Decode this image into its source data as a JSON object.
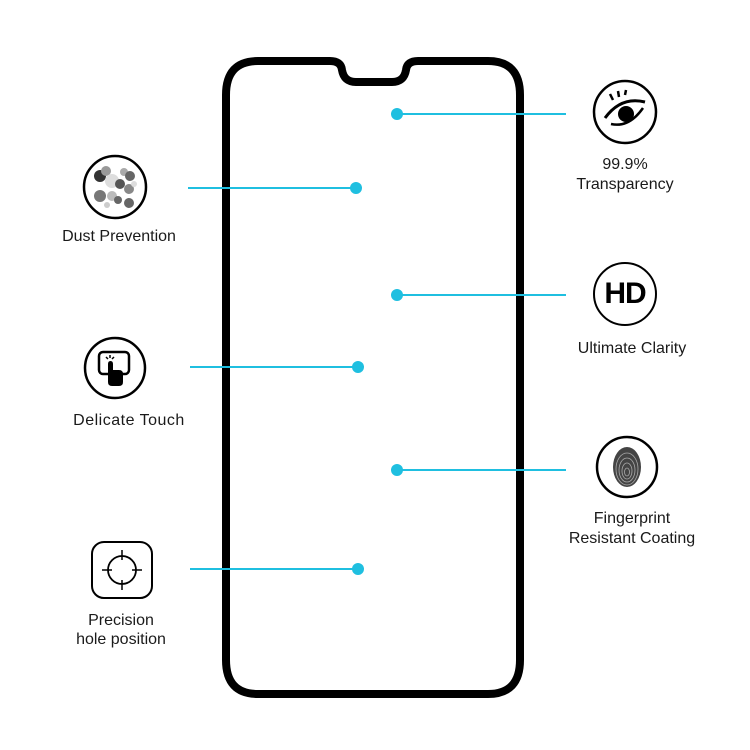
{
  "accent_color": "#1fbfe0",
  "features_left": [
    {
      "id": "dust",
      "icon": "dust-particles-icon",
      "label": "Dust Prevention"
    },
    {
      "id": "touch",
      "icon": "touch-screen-icon",
      "label": "Delicate Touch"
    },
    {
      "id": "precision",
      "icon": "crosshair-icon",
      "label_line1": "Precision",
      "label_line2": "hole position"
    }
  ],
  "features_right": [
    {
      "id": "transparency",
      "icon": "eye-icon",
      "label_line1": "99.9%",
      "label_line2": "Transparency"
    },
    {
      "id": "hd",
      "icon": "hd-icon",
      "icon_text": "HD",
      "label": "Ultimate Clarity"
    },
    {
      "id": "fingerprint",
      "icon": "fingerprint-icon",
      "label_line1": "Fingerprint",
      "label_line2": "Resistant Coating"
    }
  ]
}
